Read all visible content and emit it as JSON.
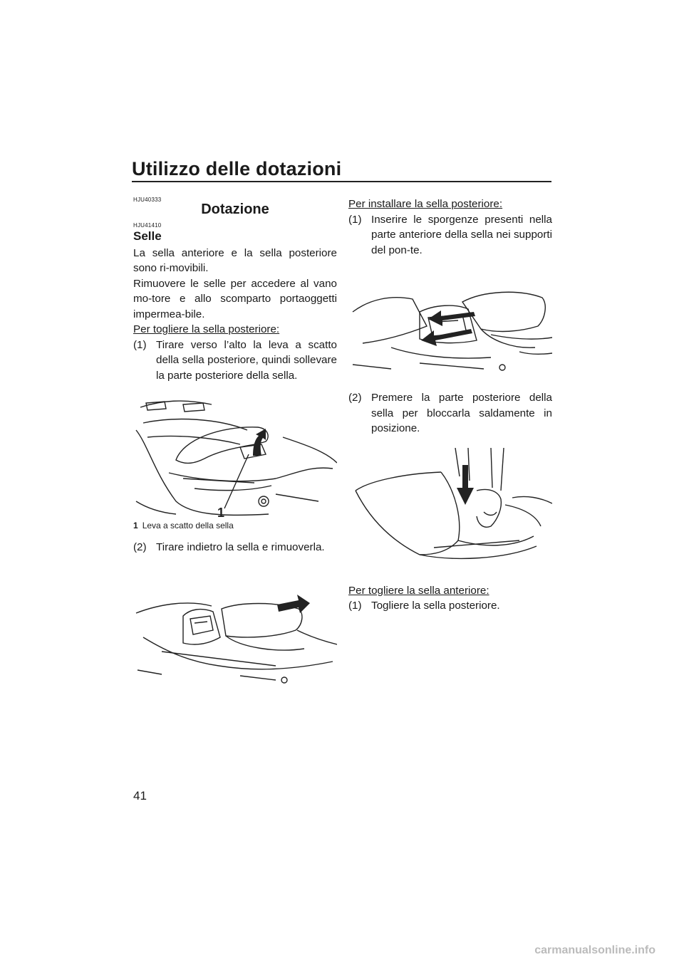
{
  "header": {
    "title": "Utilizzo delle dotazioni"
  },
  "page_number": "41",
  "left": {
    "code1": "HJU40333",
    "section_title": "Dotazione",
    "code2": "HJU41410",
    "subsection_title": "Selle",
    "para1": "La sella anteriore e la sella posteriore sono ri-movibili.",
    "para2": "Rimuovere le selle per accedere al vano mo-tore e allo scomparto portaoggetti impermea-bile.",
    "remove_rear_heading": "Per togliere la sella posteriore:",
    "step1_num": "(1)",
    "step1_text": "Tirare verso l’alto la leva a scatto della sella posteriore, quindi sollevare la parte posteriore della sella.",
    "fig1_callout": "1",
    "caption_num": "1",
    "caption_text": "Leva a scatto della sella",
    "step2_num": "(2)",
    "step2_text": "Tirare indietro la sella e rimuoverla."
  },
  "right": {
    "install_rear_heading": "Per installare la sella posteriore:",
    "step1_num": "(1)",
    "step1_text": "Inserire le sporgenze presenti nella parte anteriore della sella nei supporti del pon-te.",
    "step2_num": "(2)",
    "step2_text": "Premere la parte posteriore della sella per bloccarla saldamente in posizione.",
    "remove_front_heading": "Per togliere la sella anteriore:",
    "step3_num": "(1)",
    "step3_text": "Togliere la sella posteriore."
  },
  "watermark": "carmanualsonline.info"
}
